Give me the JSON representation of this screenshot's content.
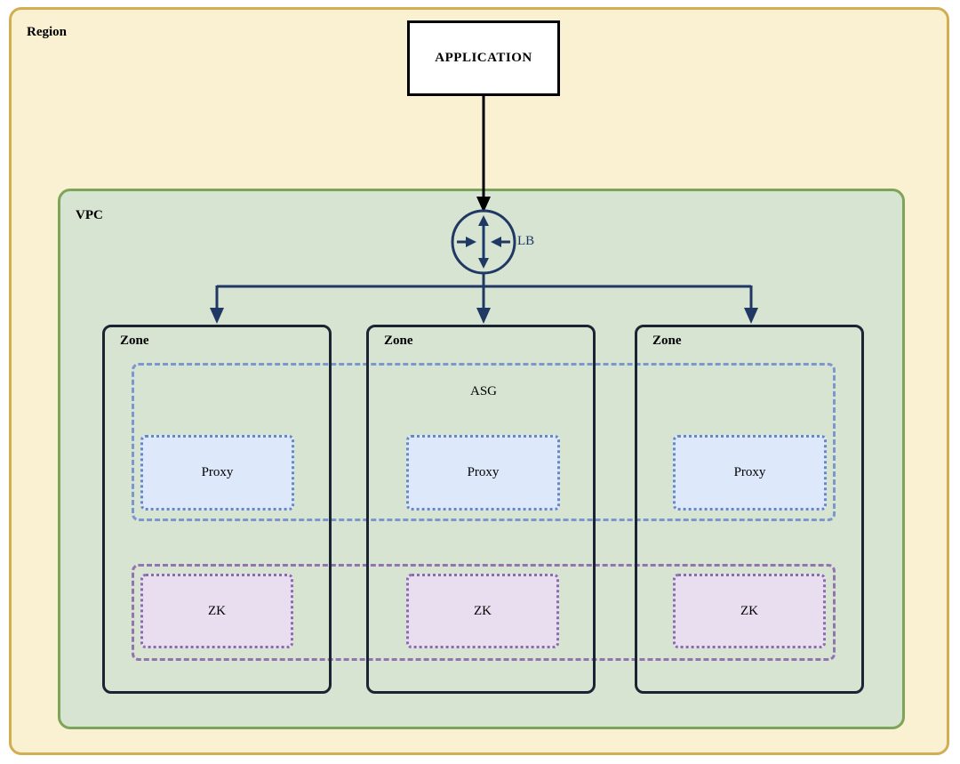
{
  "diagram": {
    "region": {
      "label": "Region"
    },
    "vpc": {
      "label": "VPC"
    },
    "application": {
      "label": "APPLICATION"
    },
    "load_balancer": {
      "label": "LB",
      "icon": "load-balancer-icon"
    },
    "asg": {
      "label": "ASG"
    },
    "zones": [
      {
        "label": "Zone",
        "proxy": {
          "label": "Proxy"
        },
        "zk": {
          "label": "ZK"
        }
      },
      {
        "label": "Zone",
        "proxy": {
          "label": "Proxy"
        },
        "zk": {
          "label": "ZK"
        }
      },
      {
        "label": "Zone",
        "proxy": {
          "label": "Proxy"
        },
        "zk": {
          "label": "ZK"
        }
      }
    ],
    "colors": {
      "region_bg": "#FAF1D2",
      "region_border": "#D2AE51",
      "vpc_bg": "#D8E4D2",
      "vpc_border": "#7EA459",
      "zone_border": "#1A2433",
      "app_border": "#000000",
      "arrow_black": "#000000",
      "arrow_navy": "#1F3864",
      "asg_border": "#7D96CE",
      "proxy_bg": "#DDE8FA",
      "proxy_border": "#6688C5",
      "zk_bg": "#E8DEF0",
      "zk_border": "#8A6CAD",
      "zk_group_border": "#9374B0"
    }
  }
}
